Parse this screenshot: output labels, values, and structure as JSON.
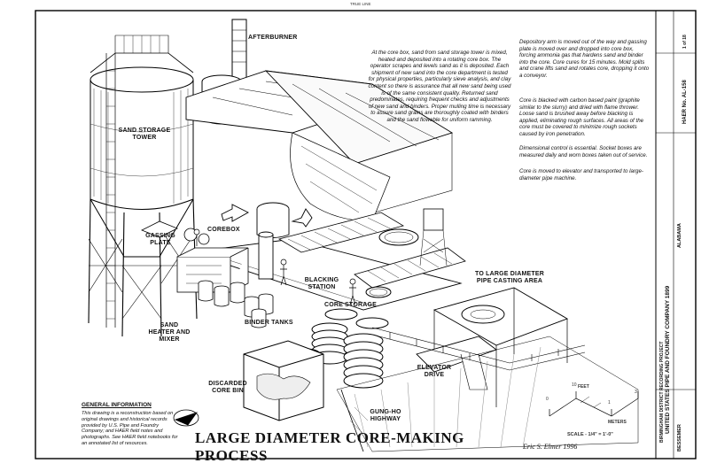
{
  "title": "LARGE DIAMETER CORE-MAKING PROCESS",
  "labels": {
    "afterburner": "AFTERBURNER",
    "sand_tower": "SAND STORAGE TOWER",
    "gassing_plate": "GASSING PLATE",
    "corebox": "COREBOX",
    "sand_heater": "SAND HEATER AND MIXER",
    "binder_tanks": "BINDER TANKS",
    "blacking_station": "BLACKING STATION",
    "core_storage": "CORE STORAGE",
    "to_large_pipe": "TO LARGE DIAMETER PIPE CASTING AREA",
    "discarded_core_bin": "DISCARDED CORE BIN",
    "elevator_drive": "ELEVATOR DRIVE",
    "gung_ho": "GUNG-HO HIGHWAY"
  },
  "text_blocks": {
    "core_box": "At the core box, sand from sand storage tower is mixed, heated and deposited into a rotating core box. The operator scrapes and levels sand as it is deposited. Each shipment of new sand into the core department is tested for physical properties, particularly sieve analysis, and clay content so there is assurance that all new sand being used is of the same consistent quality. Returned sand predominates, requiring frequent checks and adjustments of new sand and binders. Proper mulling time is necessary to assure sand grains are thoroughly coated with binders and the sand flowable for uniform ramming.",
    "depository": "Depository arm is moved out of the way and gassing plate is moved over and dropped into core box, forcing ammonia gas that hardens sand and binder into the core. Core cures for 15 minutes. Mold splits and crane lifts sand and rotates core, dropping it onto a conveyor.",
    "blacking": "Core is blacked with carbon based paint (graphite similar to the slurry) and dried with flame thrower. Loose sand is brushed away before blacking is applied, eliminating rough surfaces. All areas of the core must be covered to minimize rough sockets caused by iron penetration.",
    "dimensional": "Dimensional control is essential. Socket boxes are measured daily and worn boxes taken out of service.",
    "elevator": "Core is moved to elevator and transported to large-diameter pipe machine."
  },
  "general": {
    "heading": "GENERAL INFORMATION",
    "body": "This drawing is a reconstruction based on original drawings and historical records provided by U.S. Pipe and Foundry Company; and HAER field notes and photographs. See HAER field notebooks for an annotated list of resources."
  },
  "title_block": {
    "company": "UNITED STATES PIPE AND FOUNDRY COMPANY 1899",
    "location": "BESSEMER",
    "state": "ALABAMA",
    "haer": "HAER No. AL-158",
    "project": "BIRMINGHAM DISTRICT RECORDING PROJECT",
    "delineator": "Eric S. Elmer 1996",
    "sheet": "1 of 18"
  },
  "scale": {
    "label": "SCALE - 1/4\" = 1'-0\"",
    "feet": "FEET",
    "meters": "METERS",
    "n0": "0",
    "n10": "10",
    "n1": "1",
    "n3": "3"
  },
  "top_mark": "TRUE LINE"
}
